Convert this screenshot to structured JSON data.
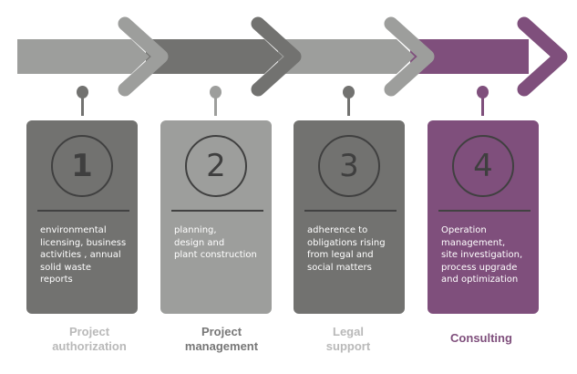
{
  "colors": {
    "light_gray": "#9d9e9c",
    "dark_gray": "#727270",
    "purple": "#7f4f7c",
    "label_light": "#b9b9b9",
    "label_dark": "#777777",
    "label_accent": "#7f4f7c"
  },
  "steps": [
    {
      "number": "1",
      "description": "environmental\nlicensing, business\nactivities , annual\nsolid waste\nreports",
      "label": "Project\nauthorization"
    },
    {
      "number": "2",
      "description": "planning,\ndesign and\nplant construction",
      "label": "Project\nmanagement"
    },
    {
      "number": "3",
      "description": "adherence to\nobligations rising\nfrom legal and\nsocial matters",
      "label": "Legal\nsupport"
    },
    {
      "number": "4",
      "description": "Operation\nmanagement,\nsite investigation,\nprocess upgrade\nand  optimization",
      "label": "Consulting"
    }
  ]
}
